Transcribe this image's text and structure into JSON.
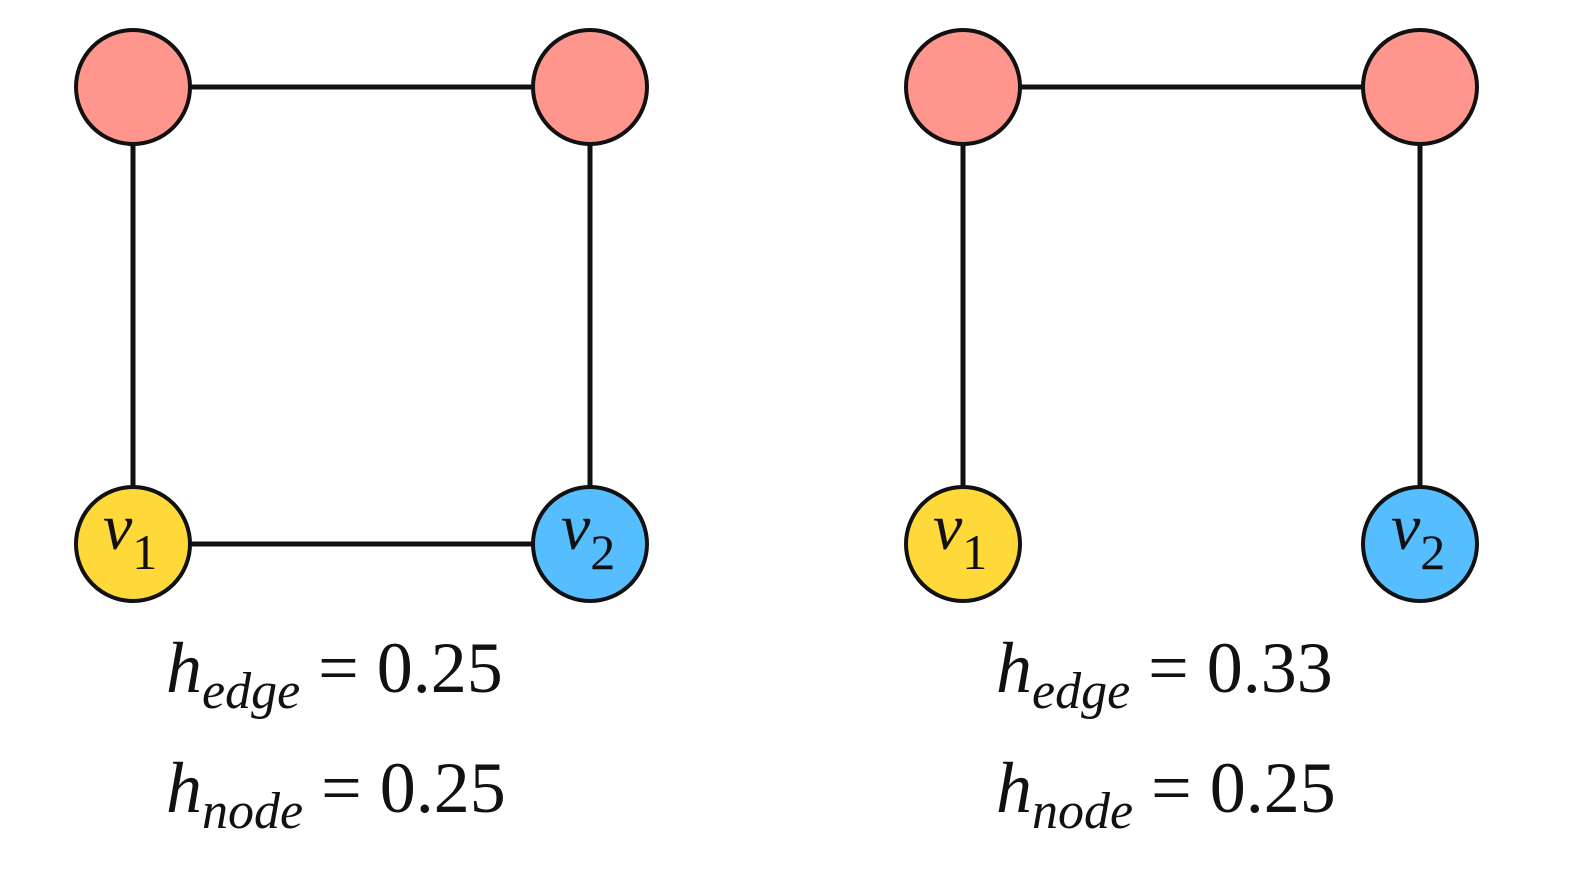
{
  "colors": {
    "top_node": "#FF968E",
    "v1_node": "#FFD83A",
    "v2_node": "#56BEFF",
    "edge": "#111111"
  },
  "graphs": [
    {
      "nodes": {
        "top_left": {
          "label_base": "",
          "label_sub": ""
        },
        "top_right": {
          "label_base": "",
          "label_sub": ""
        },
        "bottom_left": {
          "label_base": "v",
          "label_sub": "1"
        },
        "bottom_right": {
          "label_base": "v",
          "label_sub": "2"
        }
      },
      "edges": [
        "top_left-top_right",
        "top_left-bottom_left",
        "top_right-bottom_right",
        "bottom_left-bottom_right"
      ],
      "metrics": {
        "edge": {
          "symbol": "h",
          "sub": "edge",
          "eq": "=",
          "value": "0.25"
        },
        "node": {
          "symbol": "h",
          "sub": "node",
          "eq": "=",
          "value": "0.25"
        }
      }
    },
    {
      "nodes": {
        "top_left": {
          "label_base": "",
          "label_sub": ""
        },
        "top_right": {
          "label_base": "",
          "label_sub": ""
        },
        "bottom_left": {
          "label_base": "v",
          "label_sub": "1"
        },
        "bottom_right": {
          "label_base": "v",
          "label_sub": "2"
        }
      },
      "edges": [
        "top_left-top_right",
        "top_left-bottom_left",
        "top_right-bottom_right"
      ],
      "metrics": {
        "edge": {
          "symbol": "h",
          "sub": "edge",
          "eq": "=",
          "value": "0.33"
        },
        "node": {
          "symbol": "h",
          "sub": "node",
          "eq": "=",
          "value": "0.25"
        }
      }
    }
  ]
}
